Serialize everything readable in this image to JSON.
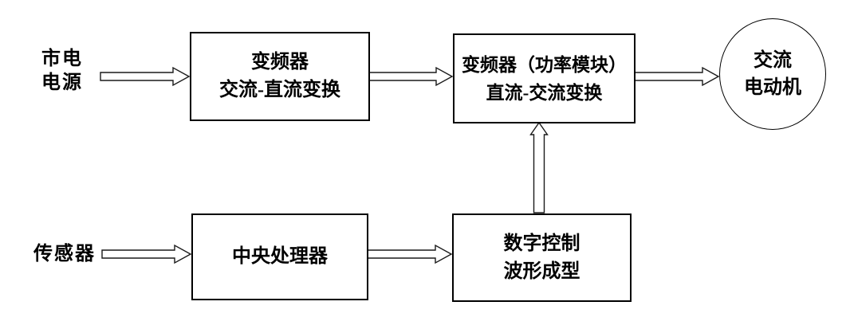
{
  "colors": {
    "background": "#ffffff",
    "stroke": "#000000",
    "arrow_outline": "#1a1a1a"
  },
  "nodes": {
    "mains": {
      "line1": "市电",
      "line2": "电源"
    },
    "acdc": {
      "line1": "变频器",
      "line2": "交流-直流变换"
    },
    "dcac": {
      "line1": "变频器（功率模块）",
      "line2": "直流-交流变换"
    },
    "motor": {
      "line1": "交流",
      "line2": "电动机"
    },
    "sensor": {
      "line1": "传感器"
    },
    "cpu": {
      "line1": "中央处理器"
    },
    "waveform": {
      "line1": "数字控制",
      "line2": "波形成型"
    }
  },
  "connections": [
    {
      "from": "mains",
      "to": "acdc",
      "direction": "right"
    },
    {
      "from": "acdc",
      "to": "dcac",
      "direction": "right"
    },
    {
      "from": "dcac",
      "to": "motor",
      "direction": "right"
    },
    {
      "from": "sensor",
      "to": "cpu",
      "direction": "right"
    },
    {
      "from": "cpu",
      "to": "waveform",
      "direction": "right"
    },
    {
      "from": "waveform",
      "to": "dcac",
      "direction": "up"
    }
  ]
}
